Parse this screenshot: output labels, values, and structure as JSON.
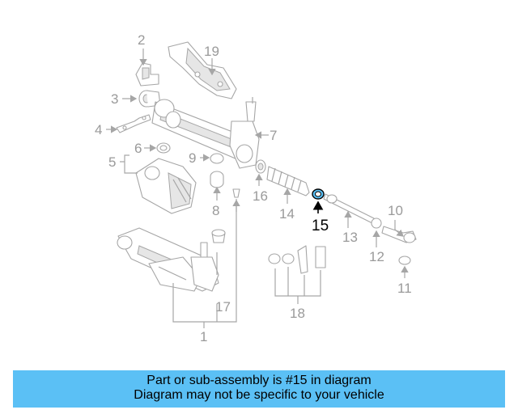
{
  "diagram": {
    "callouts": [
      "1",
      "2",
      "3",
      "4",
      "5",
      "6",
      "7",
      "8",
      "9",
      "10",
      "11",
      "12",
      "13",
      "14",
      "15",
      "16",
      "17",
      "18",
      "19"
    ],
    "highlighted_callout": "15",
    "highlight_color": "#5bc0f5",
    "line_color": "#a6a6a6"
  },
  "banner": {
    "line1": "Part or sub-assembly is #15 in diagram",
    "line2": "Diagram may not be specific to your vehicle",
    "background": "#5bc0f5"
  }
}
